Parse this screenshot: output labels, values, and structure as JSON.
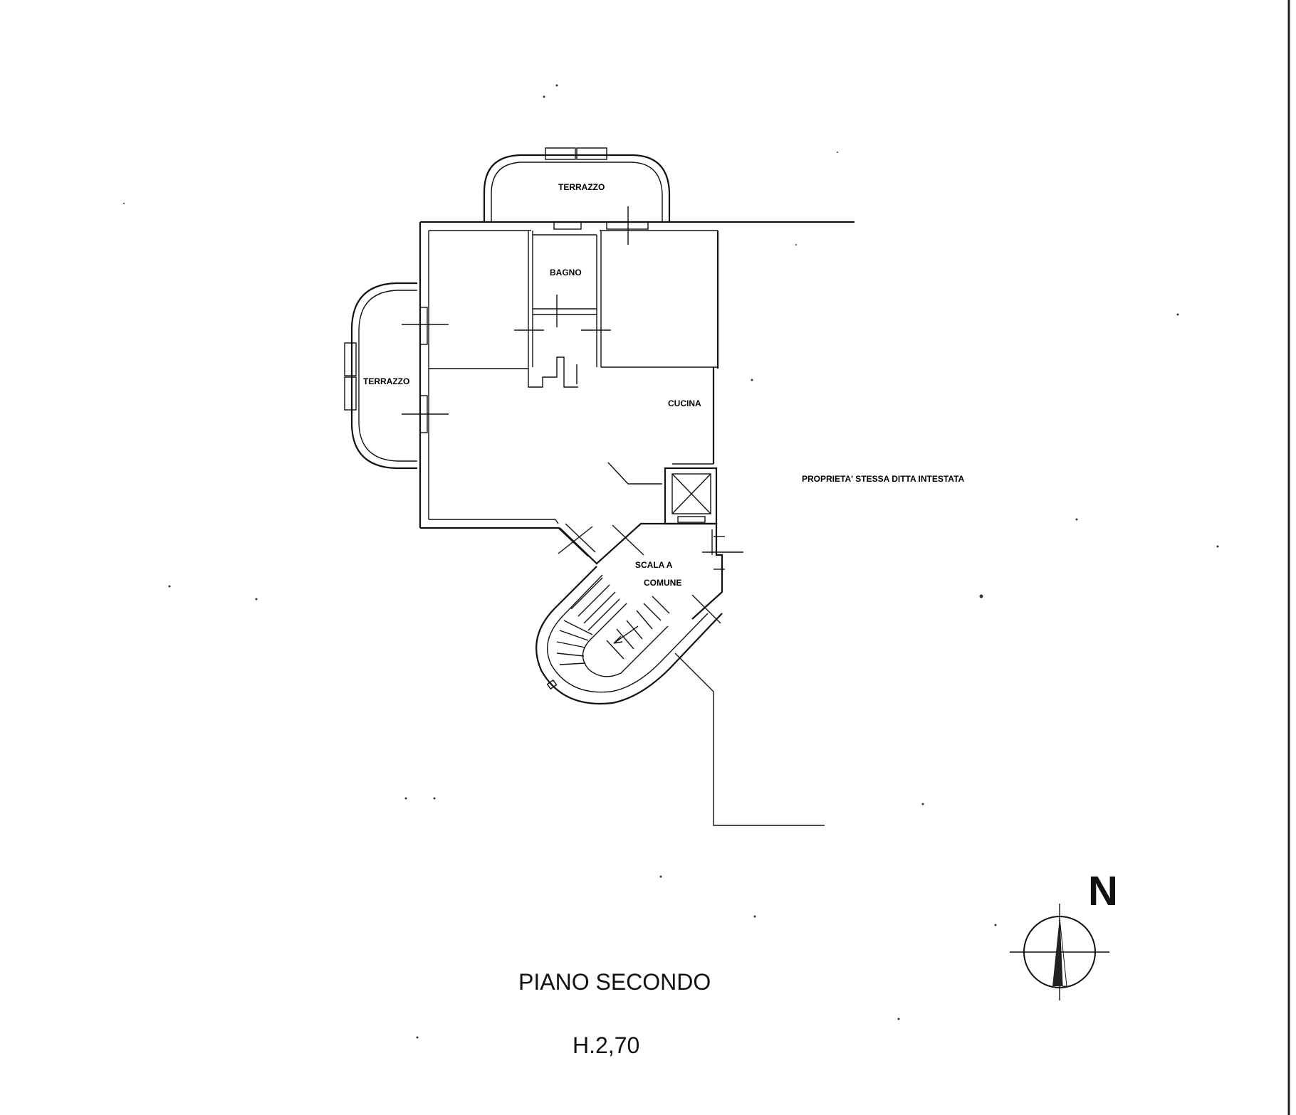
{
  "rooms": {
    "terrazzo_top": "TERRAZZO",
    "terrazzo_left": "TERRAZZO",
    "bagno": "BAGNO",
    "cucina": "CUCINA",
    "scala_line1": "SCALA A",
    "scala_line2": "COMUNE"
  },
  "notes": {
    "proprieta": "PROPRIETA' STESSA DITTA INTESTATA"
  },
  "title": {
    "floor": "PIANO SECONDO",
    "height": "H.2,70"
  },
  "compass": {
    "label": "N"
  },
  "colors": {
    "ink": "#111111",
    "paper": "#ffffff",
    "right_border": "#222222"
  }
}
